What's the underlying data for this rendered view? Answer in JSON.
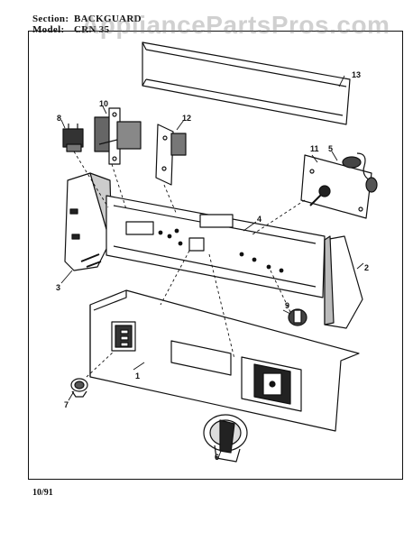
{
  "header": {
    "section_label": "Section:",
    "section_value": "BACKGUARD",
    "model_label": "Model:",
    "model_value": "CRN 35"
  },
  "watermark": "AppliancePartsPros.com",
  "footer": {
    "date": "10/91"
  },
  "callouts": [
    "1",
    "2",
    "3",
    "4",
    "5",
    "6",
    "7",
    "8",
    "9",
    "10",
    "11",
    "12",
    "13"
  ]
}
